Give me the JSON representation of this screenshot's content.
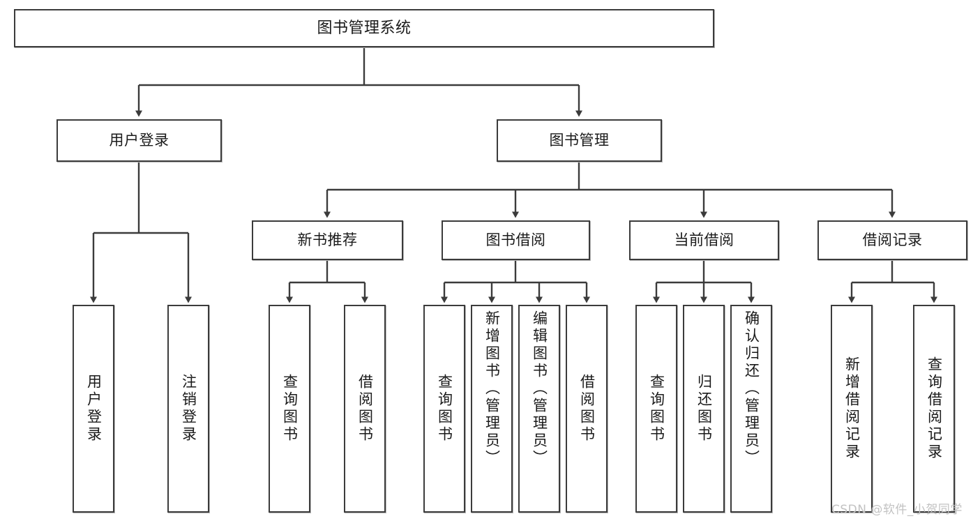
{
  "diagram": {
    "title": "图书管理系统",
    "type": "tree-hierarchy-chart",
    "stroke_color": "#3b3b3b",
    "fill_color": "#ffffff",
    "text_color": "#1a1a1a"
  },
  "nodes": {
    "root": {
      "label": "图书管理系统"
    },
    "level2": [
      {
        "id": "user-login",
        "label": "用户登录"
      },
      {
        "id": "book-manage",
        "label": "图书管理"
      }
    ],
    "level3": [
      {
        "id": "new-book-recommend",
        "label": "新书推荐"
      },
      {
        "id": "book-borrow",
        "label": "图书借阅"
      },
      {
        "id": "current-borrow",
        "label": "当前借阅"
      },
      {
        "id": "borrow-record",
        "label": "借阅记录"
      }
    ],
    "leaves": {
      "user_login": [
        {
          "id": "leaf-user-login",
          "label": "用户登录"
        },
        {
          "id": "leaf-logout-login",
          "label": "注销登录"
        }
      ],
      "new_book_recommend": [
        {
          "id": "leaf-query-book-1",
          "label": "查询图书"
        },
        {
          "id": "leaf-borrow-book-1",
          "label": "借阅图书"
        }
      ],
      "book_borrow": [
        {
          "id": "leaf-query-book-2",
          "label": "查询图书"
        },
        {
          "id": "leaf-add-book",
          "label": "新增图书（管理员）"
        },
        {
          "id": "leaf-edit-book",
          "label": "编辑图书（管理员）"
        },
        {
          "id": "leaf-borrow-book-2",
          "label": "借阅图书"
        }
      ],
      "current_borrow": [
        {
          "id": "leaf-query-book-3",
          "label": "查询图书"
        },
        {
          "id": "leaf-return-book",
          "label": "归还图书"
        },
        {
          "id": "leaf-confirm-return",
          "label": "确认归还（管理员）"
        }
      ],
      "borrow_record": [
        {
          "id": "leaf-add-record",
          "label": "新增借阅记录"
        },
        {
          "id": "leaf-query-record",
          "label": "查询借阅记录"
        }
      ]
    }
  },
  "watermark": {
    "text": "CSDN @软件_小贺同学"
  }
}
